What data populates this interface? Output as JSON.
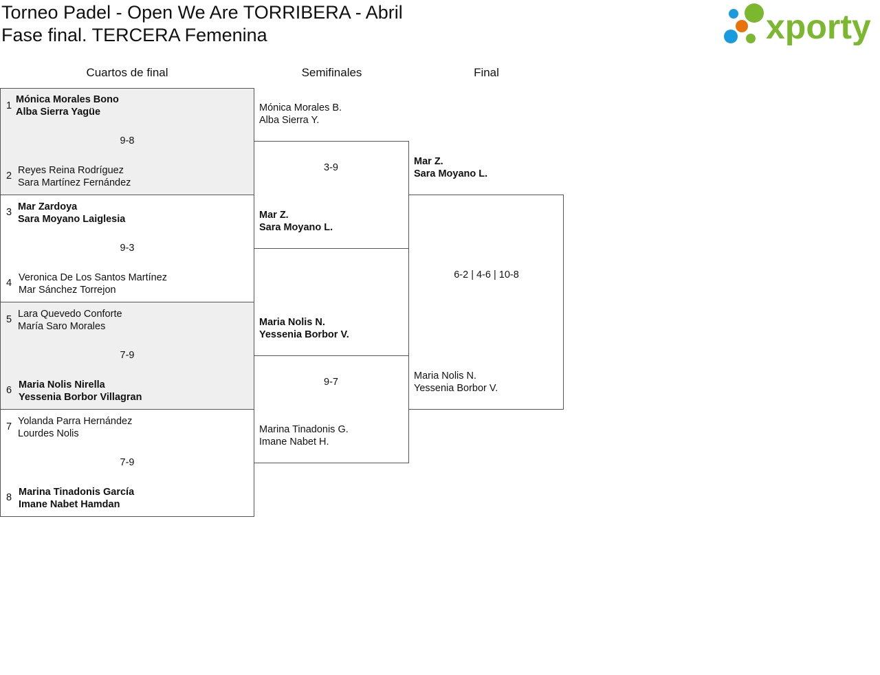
{
  "header": {
    "title_line1": "Torneo Padel - Open We Are TORRIBERA - Abril",
    "title_line2": "Fase final. TERCERA Femenina",
    "logo_text": "xporty"
  },
  "colors": {
    "brand_green": "#7cb82f",
    "orange": "#e8730c",
    "blue": "#1a9be0",
    "shade": "#efefef"
  },
  "rounds": [
    "Cuartos de final",
    "Semifinales",
    "Final"
  ],
  "quarterfinals": [
    {
      "seed_a": "1",
      "a1": "Mónica Morales Bono",
      "a2": "Alba Sierra Yagüe",
      "score": "9-8",
      "seed_b": "2",
      "b1": "Reyes Reina Rodríguez",
      "b2": "Sara Martínez Fernández",
      "winner": "a"
    },
    {
      "seed_a": "3",
      "a1": "Mar Zardoya",
      "a2": "Sara Moyano Laiglesia",
      "score": "9-3",
      "seed_b": "4",
      "b1": "Veronica De Los Santos Martínez",
      "b2": "Mar Sánchez Torrejon",
      "winner": "a"
    },
    {
      "seed_a": "5",
      "a1": "Lara Quevedo Conforte",
      "a2": "María Saro Morales",
      "score": "7-9",
      "seed_b": "6",
      "b1": "Maria Nolis Nirella",
      "b2": "Yessenia Borbor Villagran",
      "winner": "b"
    },
    {
      "seed_a": "7",
      "a1": "Yolanda Parra Hernández",
      "a2": "Lourdes Nolis",
      "score": "7-9",
      "seed_b": "8",
      "b1": "Marina Tinadonis García",
      "b2": "Imane Nabet Hamdan",
      "winner": "b"
    }
  ],
  "semifinals": [
    {
      "a1": "Mónica Morales B.",
      "a2": "Alba Sierra Y.",
      "score": "3-9",
      "b1": "Mar Z.",
      "b2": "Sara Moyano L.",
      "winner": "b"
    },
    {
      "a1": "Maria Nolis N.",
      "a2": "Yessenia Borbor V.",
      "score": "9-7",
      "b1": "Marina Tinadonis G.",
      "b2": "Imane Nabet H.",
      "winner": "a"
    }
  ],
  "final": {
    "a1": "Mar Z.",
    "a2": "Sara Moyano L.",
    "score": "6-2 | 4-6 | 10-8",
    "b1": "Maria Nolis N.",
    "b2": "Yessenia Borbor V.",
    "winner": "a"
  }
}
